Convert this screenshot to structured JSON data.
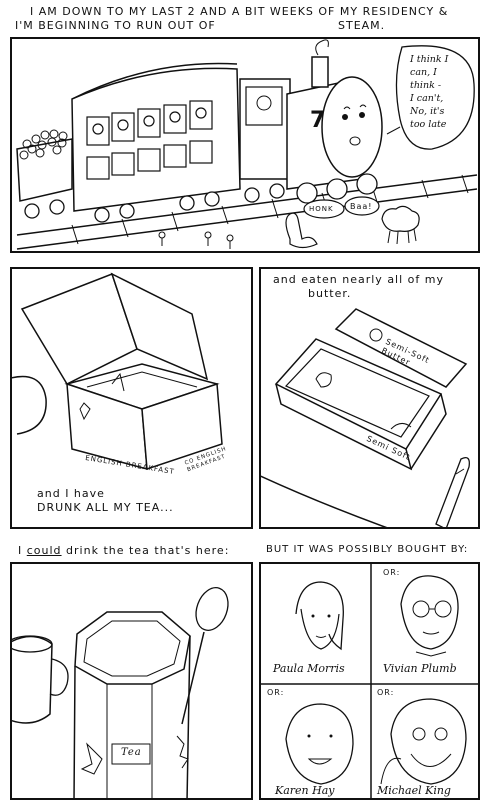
{
  "panel1": {
    "caption_line1": "I AM DOWN TO MY LAST 2 AND A BIT WEEKS OF MY RESIDENCY &",
    "caption_line2": "I'M BEGINNING TO RUN OUT OF",
    "caption_line2b": "STEAM.",
    "engine_number": "7",
    "thought_lines": [
      "I think I",
      "can, I",
      "think -",
      "I can't,",
      "No, it's",
      "too late"
    ],
    "honk": "HONK",
    "baa": "Baa!"
  },
  "panel2": {
    "box_front_label": "ENGLISH BREAKFAST",
    "box_side_label": "CO ENGLISH BREAKFAST",
    "caption_line1": "and I have",
    "caption_line2": "DRUNK ALL MY TEA..."
  },
  "panel3": {
    "caption_line1": "and eaten nearly all of my",
    "caption_line2": "butter.",
    "lid_label": "Semi-Soft Butter",
    "tub_label": "Semi Soft"
  },
  "panel4": {
    "caption_pre": "I",
    "caption_underlined": "could",
    "caption_post": "drink the tea that's here:",
    "tin_label": "Tea"
  },
  "panel5": {
    "caption": "BUT IT WAS POSSIBLY BOUGHT BY:",
    "or_label": "OR:",
    "people": [
      "Paula Morris",
      "Vivian Plumb",
      "Karen Hay",
      "Michael King"
    ]
  }
}
